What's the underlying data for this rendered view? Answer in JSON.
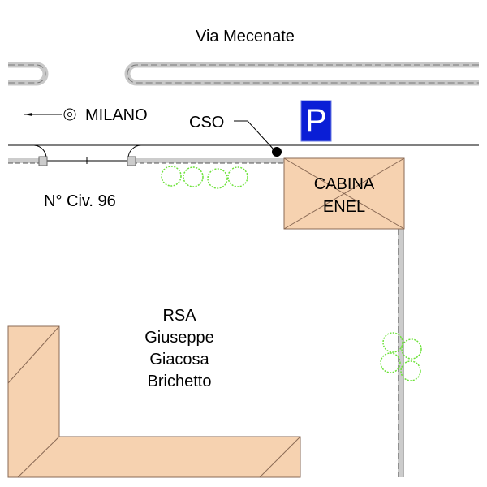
{
  "street_name": "Via Mecenate",
  "direction_label": "MILANO",
  "cso_label": "CSO",
  "parking_sign": "P",
  "civic_number": "N° Civ. 96",
  "cabin": {
    "line1": "CABINA",
    "line2": "ENEL"
  },
  "building": {
    "lines": [
      "RSA",
      "Giuseppe",
      "Giacosa",
      "Brichetto"
    ]
  },
  "colors": {
    "building": "#f6d2b0",
    "parking": "#0a1ed6",
    "vegetation": "#6de23a",
    "fence": "#cccccc"
  }
}
